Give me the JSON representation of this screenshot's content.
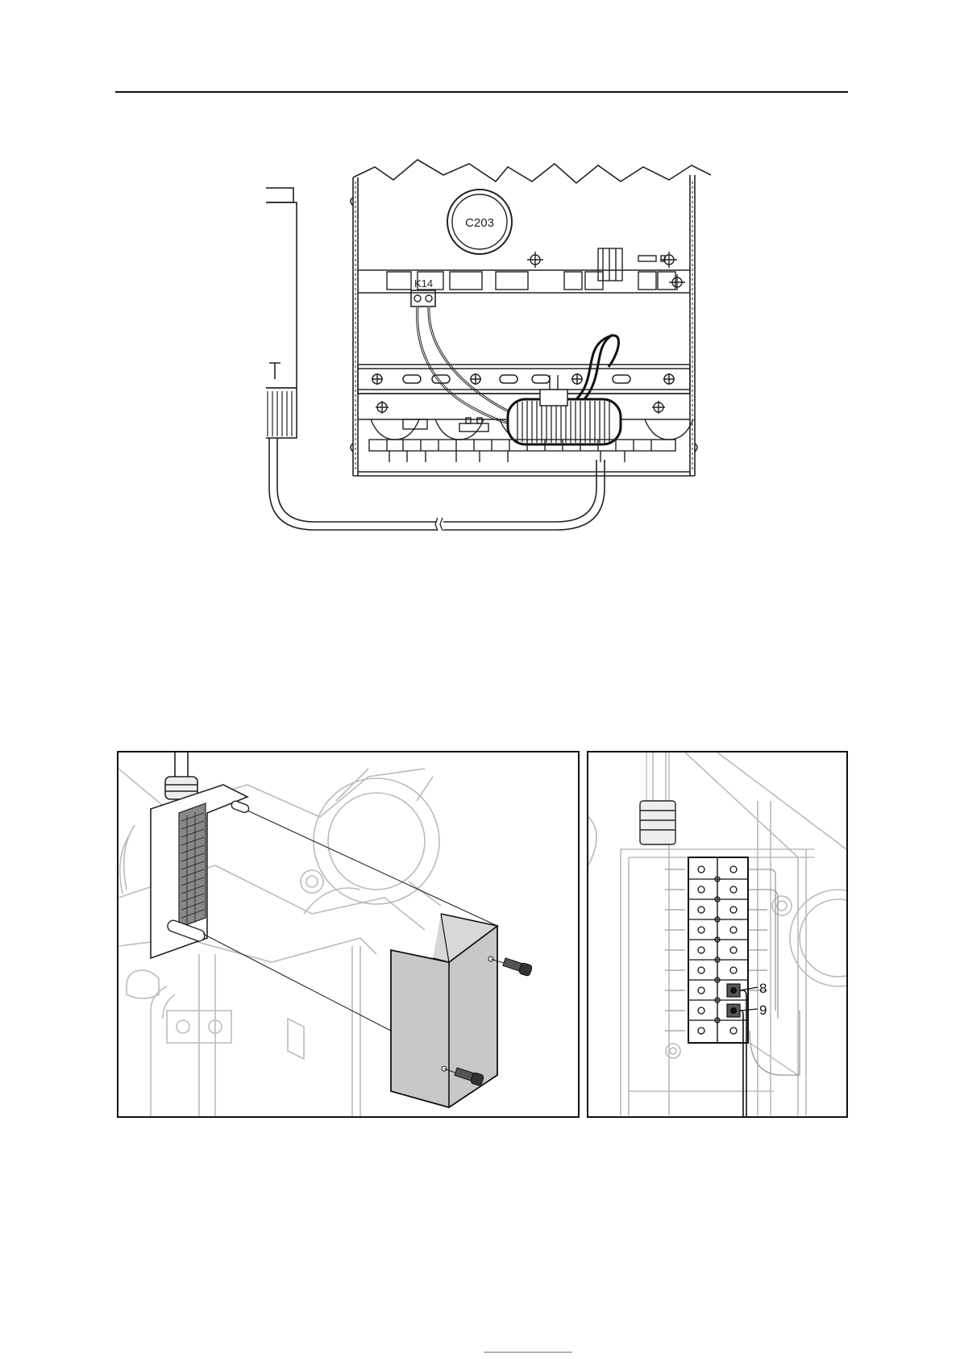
{
  "wiring_diagram": {
    "capacitor_label": "C203",
    "connector_label": "K14"
  },
  "terminal_detail": {
    "callouts": [
      "8",
      "9"
    ]
  }
}
